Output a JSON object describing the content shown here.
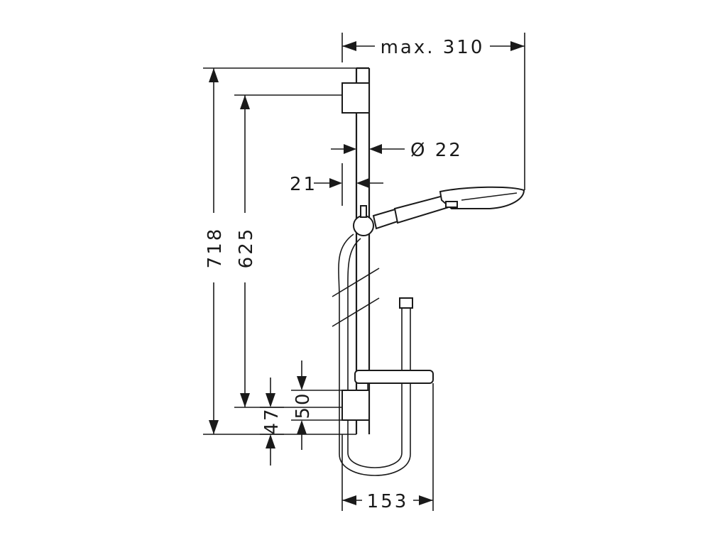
{
  "dimensions": {
    "max_width": "max. 310",
    "bar_diameter": "Ø 22",
    "bar_offset": "21",
    "total_height": "718",
    "rail_length": "625",
    "holder_height": "50",
    "holder_offset": "47",
    "shelf_width": "153"
  }
}
